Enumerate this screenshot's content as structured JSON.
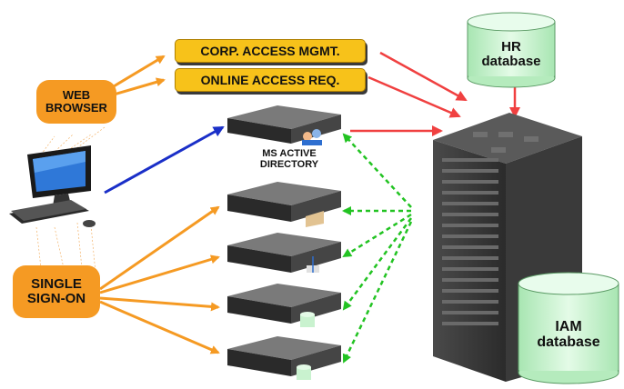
{
  "labels": {
    "web_browser": "WEB BROWSER",
    "single_sign_on": "SINGLE SIGN-ON",
    "corp_access": "CORP. ACCESS MGMT.",
    "online_access": "ONLINE ACCESS REQ.",
    "ms_active_directory": "MS ACTIVE DIRECTORY",
    "hr_database_line1": "HR",
    "hr_database_line2": "database",
    "iam_database_line1": "IAM",
    "iam_database_line2": "database"
  },
  "colors": {
    "orange": "#f59a23",
    "yellow": "#f7c21a",
    "red": "#f04040",
    "blue": "#1a2fc8",
    "green": "#22c322",
    "cylinder": "#c9f2cf"
  }
}
